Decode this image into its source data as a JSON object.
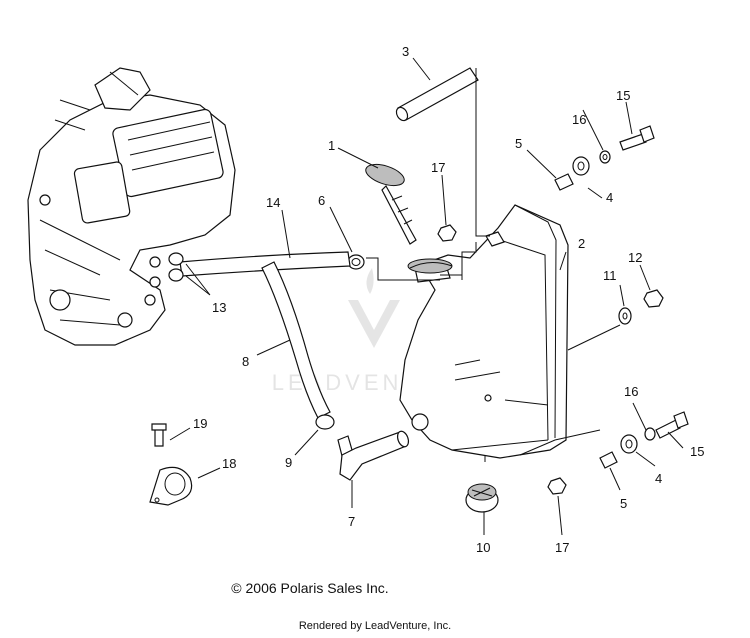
{
  "callouts": {
    "c1": "1",
    "c2": "2",
    "c3": "3",
    "c4a": "4",
    "c4b": "4",
    "c5a": "5",
    "c5b": "5",
    "c6": "6",
    "c7": "7",
    "c8": "8",
    "c9": "9",
    "c10": "10",
    "c11": "11",
    "c12": "12",
    "c13": "13",
    "c14": "14",
    "c15a": "15",
    "c15b": "15",
    "c16a": "16",
    "c16b": "16",
    "c17a": "17",
    "c17b": "17",
    "c18": "18",
    "c19": "19"
  },
  "watermark": {
    "text": "LEADVENTURE"
  },
  "footer": {
    "copyright": "© 2006 Polaris Sales Inc.",
    "rendered_by": "Rendered by LeadVenture, Inc."
  }
}
